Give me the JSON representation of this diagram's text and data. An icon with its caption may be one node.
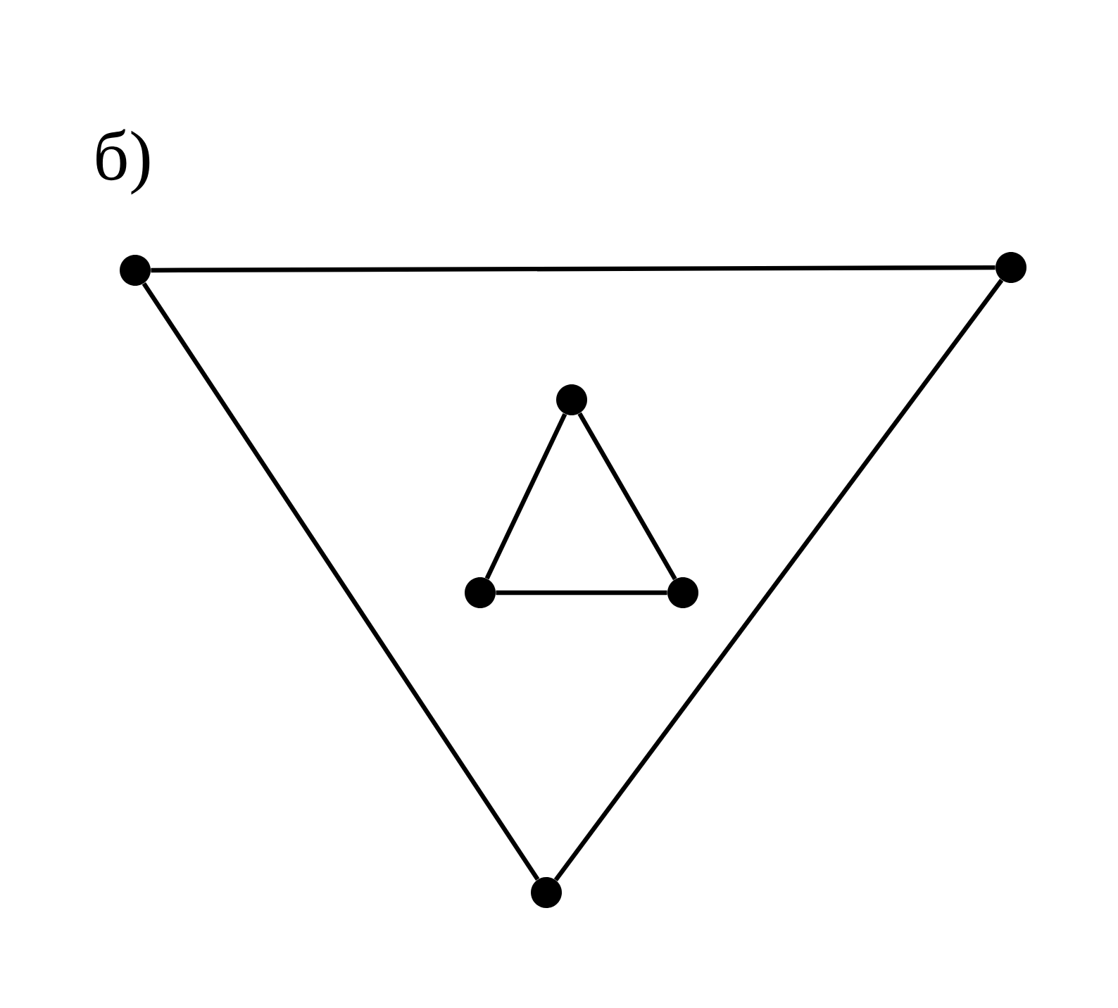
{
  "diagram": {
    "nodes": [
      {
        "text": [],
        "shape": "circle"
      },
      {
        "text": [],
        "shape": "circle"
      },
      {
        "text": [],
        "shape": "circle"
      },
      {
        "text": [],
        "shape": "circle"
      },
      {
        "text": [],
        "shape": "circle"
      },
      {
        "text": [],
        "shape": "circle"
      }
    ],
    "edges": [
      {
        "from": 0,
        "to": 1,
        "arrow": "none"
      },
      {
        "from": 0,
        "to": 5,
        "arrow": "none"
      },
      {
        "from": 1,
        "to": 5,
        "arrow": "none"
      },
      {
        "from": 2,
        "to": 3,
        "arrow": "none"
      },
      {
        "from": 2,
        "to": 4,
        "arrow": "none"
      },
      {
        "from": 3,
        "to": 4,
        "arrow": "none"
      }
    ],
    "labels": [
      "б)"
    ]
  }
}
